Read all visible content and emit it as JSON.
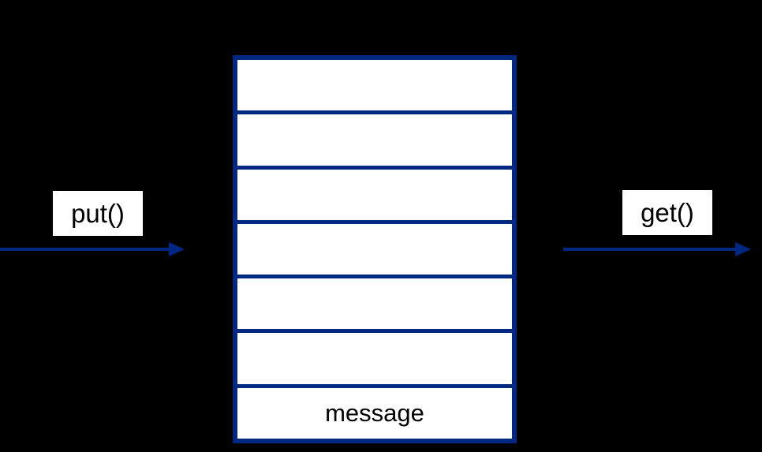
{
  "diagram": {
    "title": "message queue put/get diagram",
    "background_color": "#000000",
    "accent_color": "#002883",
    "cell_fill_color": "#ffffff",
    "text_color": "#000000"
  },
  "queue": {
    "name": "message-queue",
    "slot_count": 7,
    "slots": [
      {
        "index": 0,
        "label": ""
      },
      {
        "index": 1,
        "label": ""
      },
      {
        "index": 2,
        "label": ""
      },
      {
        "index": 3,
        "label": ""
      },
      {
        "index": 4,
        "label": ""
      },
      {
        "index": 5,
        "label": ""
      },
      {
        "index": 6,
        "label": "message"
      }
    ]
  },
  "producer": {
    "label": "put()",
    "arrow_name": "put-arrow",
    "arrow_direction": "right",
    "arrow_color": "#002883"
  },
  "consumer": {
    "label": "get()",
    "arrow_name": "get-arrow",
    "arrow_direction": "right",
    "arrow_color": "#002883"
  }
}
